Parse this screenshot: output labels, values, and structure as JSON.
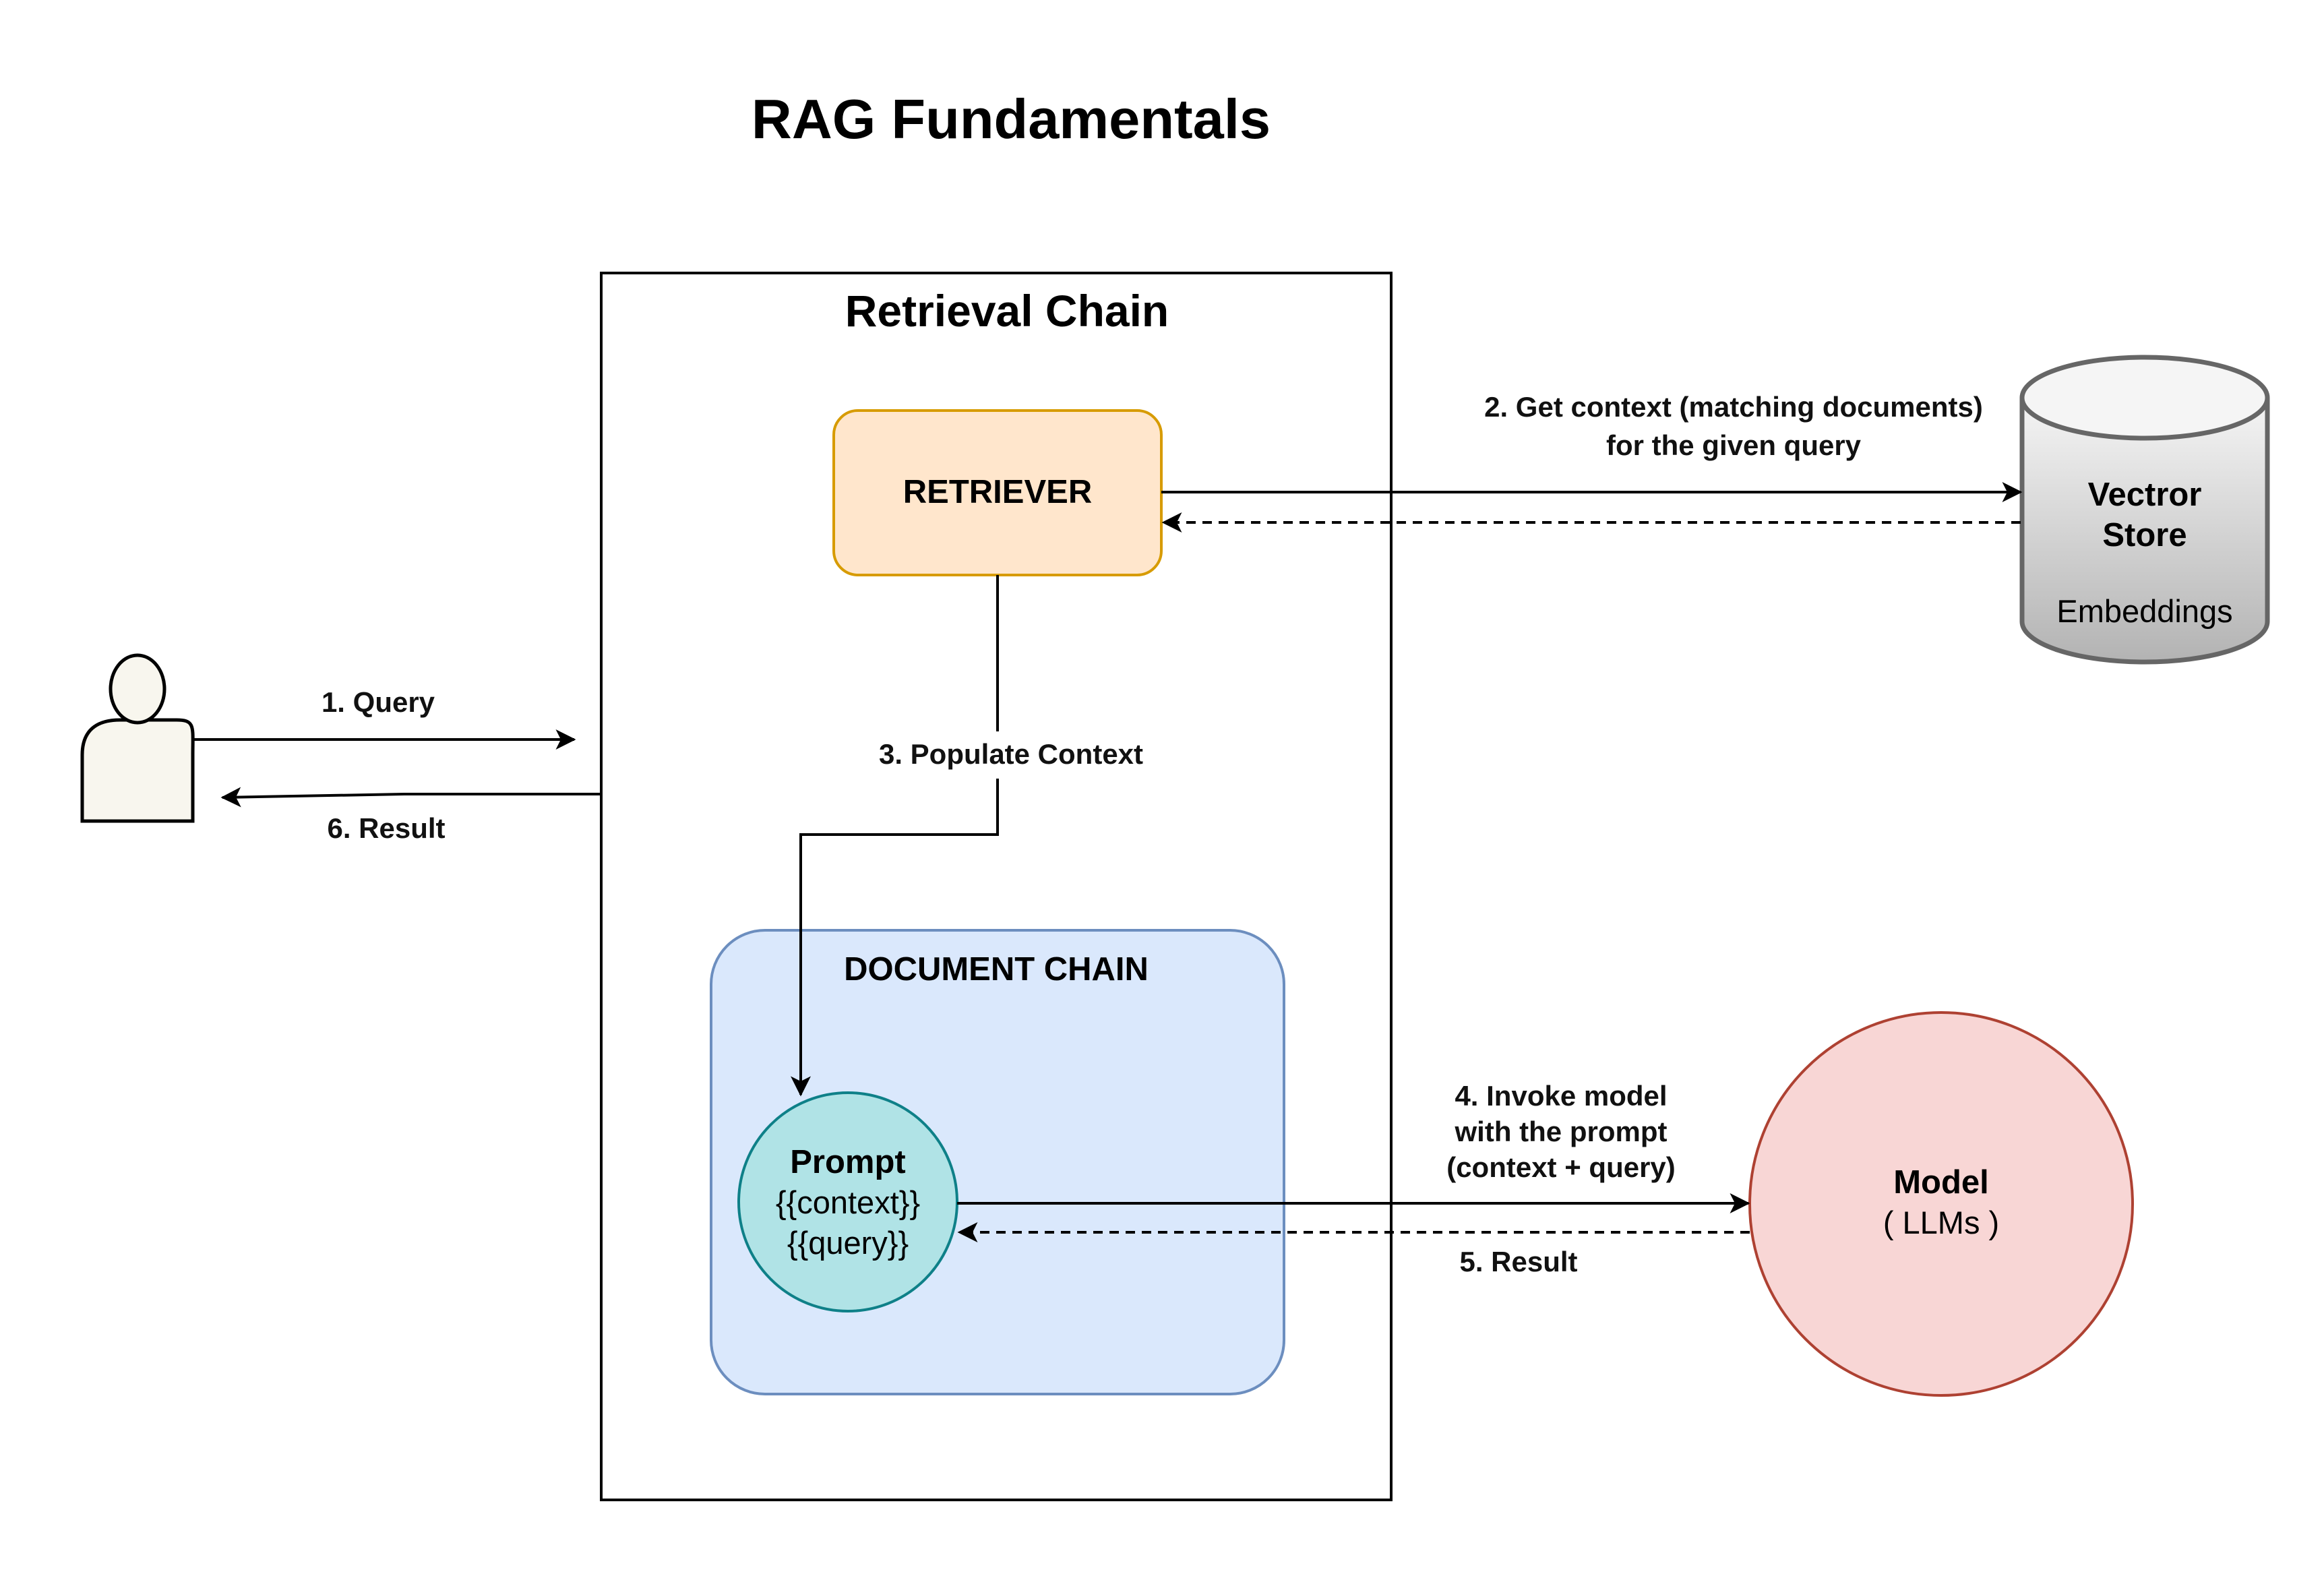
{
  "title": "RAG Fundamentals",
  "retrieval_chain": {
    "label": "Retrieval Chain"
  },
  "retriever": {
    "label": "RETRIEVER"
  },
  "document_chain": {
    "label": "DOCUMENT CHAIN"
  },
  "prompt": {
    "label": "Prompt",
    "line1": "{{context}}",
    "line2": "{{query}}"
  },
  "vector_store": {
    "line1": "Vectror",
    "line2": "Store",
    "sublabel": "Embeddings"
  },
  "model": {
    "label": "Model",
    "sublabel": "( LLMs )"
  },
  "edges": {
    "query": "1. Query",
    "get_context_line1": "2. Get context (matching documents)",
    "get_context_line2": "for the  given query",
    "populate_context": "3. Populate Context",
    "invoke_line1": "4. Invoke model",
    "invoke_line2": "with the prompt",
    "invoke_line3": "(context + query)",
    "result_model": "5. Result",
    "result_user": "6. Result"
  },
  "colors": {
    "retriever_fill": "#FFE6CC",
    "retriever_stroke": "#D79B00",
    "document_chain_fill": "#DAE8FC",
    "document_chain_stroke": "#6C8EBF",
    "prompt_fill": "#B0E3E6",
    "prompt_stroke": "#0E8088",
    "model_fill": "#F8D6D5",
    "model_stroke": "#AE4132",
    "vector_store_fill_top": "#F5F5F5",
    "vector_store_fill_bottom": "#B3B3B3",
    "vector_store_stroke": "#666666",
    "embeddings_text": "#0000FF",
    "user_fill": "#F8F6EE"
  },
  "icons": {
    "user": "user-icon",
    "vector_store": "database-cylinder-icon"
  }
}
